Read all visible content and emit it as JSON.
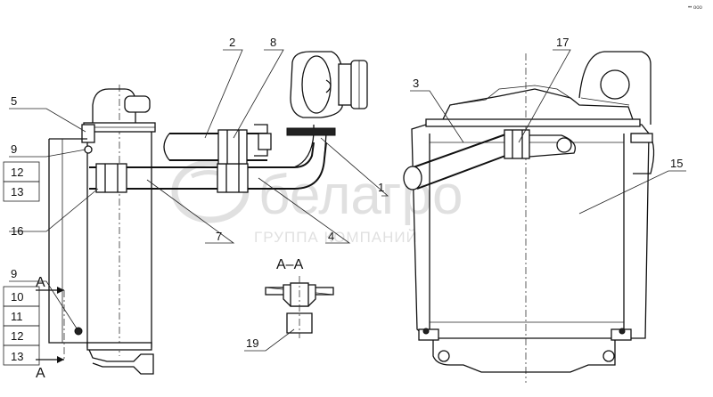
{
  "callouts": {
    "c1": "1",
    "c2": "2",
    "c3": "3",
    "c4": "4",
    "c5": "5",
    "c7": "7",
    "c8": "8",
    "c9a": "9",
    "c9b": "9",
    "c12a": "12",
    "c13a": "13",
    "c10": "10",
    "c11": "11",
    "c12b": "12",
    "c13b": "13",
    "c15": "15",
    "c16": "16",
    "c17": "17",
    "c19": "19"
  },
  "section": {
    "title": "А–А",
    "mark_top": "А",
    "mark_bottom": "А"
  },
  "watermark": {
    "brand": "белагро",
    "subtitle": "ГРУППА КОМПАНИЙ"
  },
  "corner_mark": "•• ooo"
}
